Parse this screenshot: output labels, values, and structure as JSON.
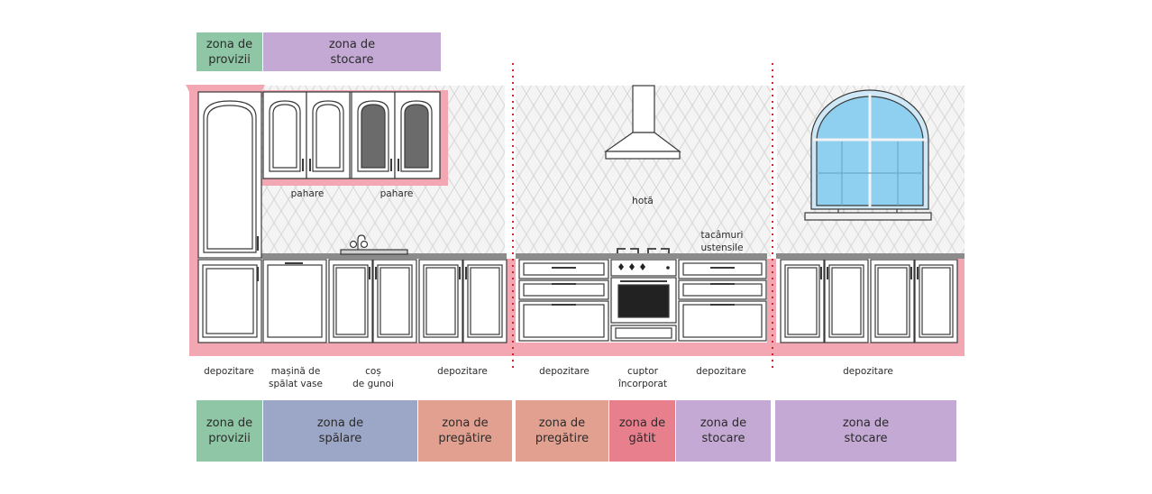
{
  "colors": {
    "provizii": "#8fc7a6",
    "stocare": "#c3a9d4",
    "spalare": "#9ca6c6",
    "pregatire": "#e2a190",
    "gatit": "#e87f8d",
    "accent_pink": "#f3a7b3",
    "divider": "#d1232a"
  },
  "top_zones": [
    {
      "label": "zona de\nprovizii",
      "color_key": "provizii"
    },
    {
      "label": "zona de\nstocare",
      "color_key": "stocare"
    }
  ],
  "wall_labels": {
    "pahare_1": "pahare",
    "pahare_2": "pahare",
    "hota": "hotă",
    "tacamuri": "tacâmuri\nustensile"
  },
  "floor_labels": [
    "depozitare",
    "mașină de\nspălat vase",
    "coș\nde gunoi",
    "depozitare",
    "depozitare",
    "cuptor\nîncorporat",
    "depozitare",
    "depozitare"
  ],
  "bottom_zones": [
    {
      "label": "zona de\nprovizii",
      "color_key": "provizii"
    },
    {
      "label": "zona de\nspălare",
      "color_key": "spalare"
    },
    {
      "label": "zona de\npregătire",
      "color_key": "pregatire"
    },
    {
      "label": "zona de\npregătire",
      "color_key": "pregatire"
    },
    {
      "label": "zona de\ngătit",
      "color_key": "gatit"
    },
    {
      "label": "zona de\nstocare",
      "color_key": "stocare"
    },
    {
      "label": "zona de\nstocare",
      "color_key": "stocare"
    }
  ]
}
